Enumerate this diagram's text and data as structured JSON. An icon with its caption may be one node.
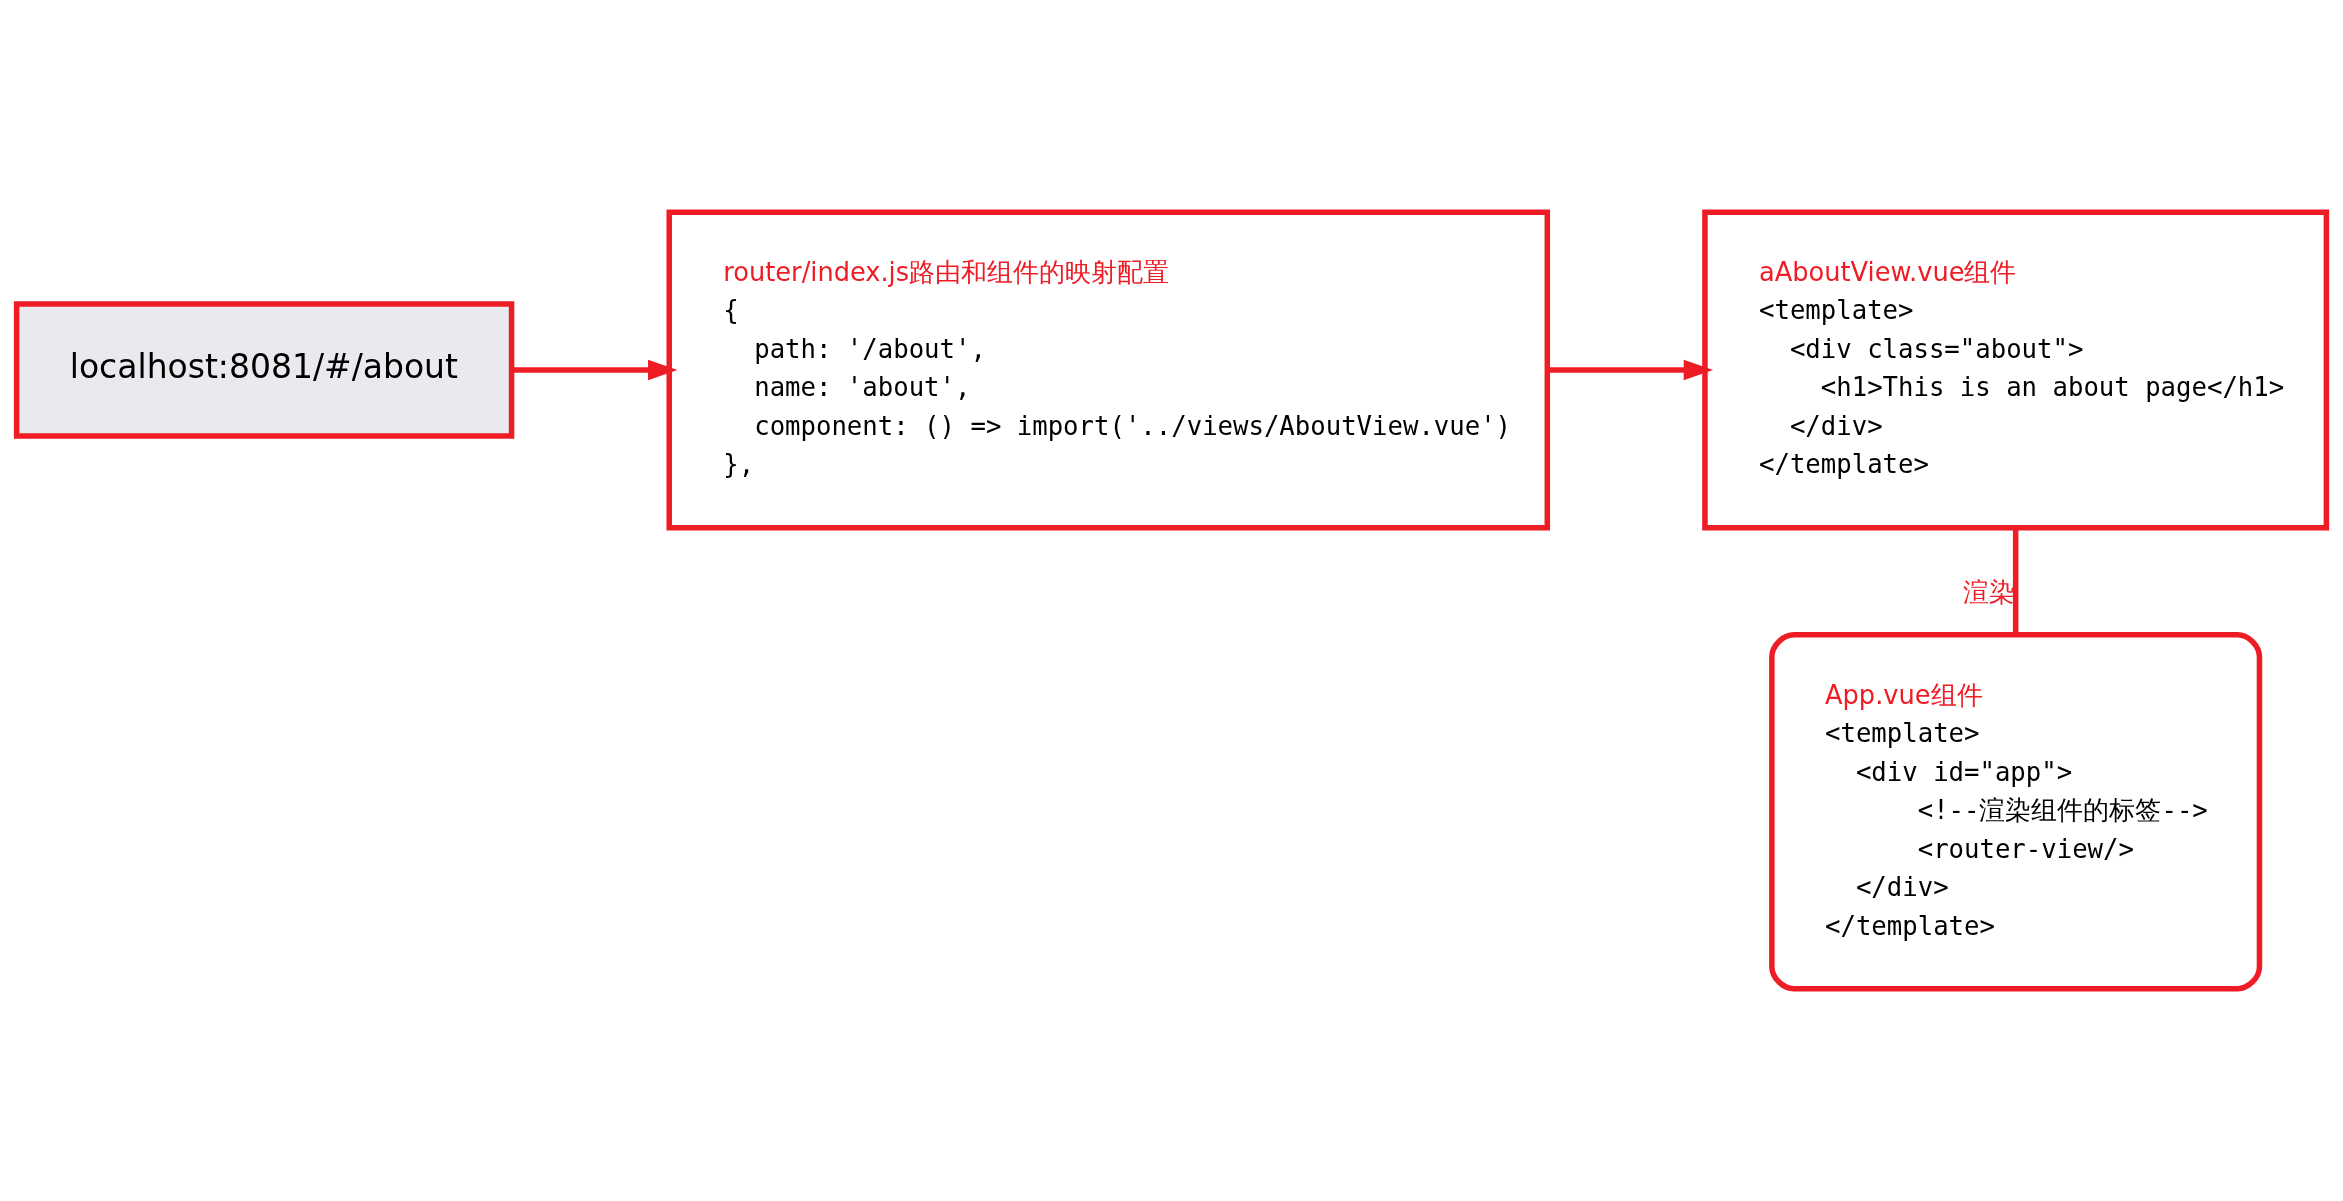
{
  "diagram": {
    "nodes": [
      {
        "text": [
          "localhost:8081/#/about"
        ]
      },
      {
        "text": [
          "router/index.js路由和组件的映射配置",
          "{",
          "path: '/about',",
          "name: 'about',",
          "component: () => import('../views/AboutView.vue')",
          "},"
        ]
      },
      {
        "text": [
          "aAboutView.vue组件",
          "<template>",
          "<div class=\"about\">",
          "<h1>This is an about page</h1>",
          "</div>",
          "</template>"
        ]
      },
      {
        "text": [
          "App.vue组件",
          "<template>",
          "<div id=\"app\">",
          "<!--渲染组件的标签-->",
          "<router-view/>",
          "</div>",
          "</template>"
        ]
      }
    ],
    "edges": [
      {
        "from": 0,
        "to": 1,
        "arrow": "to"
      },
      {
        "from": 1,
        "to": 2,
        "arrow": "to"
      },
      {
        "from": 2,
        "to": 3,
        "arrow": "none",
        "label": "渲染"
      }
    ]
  }
}
